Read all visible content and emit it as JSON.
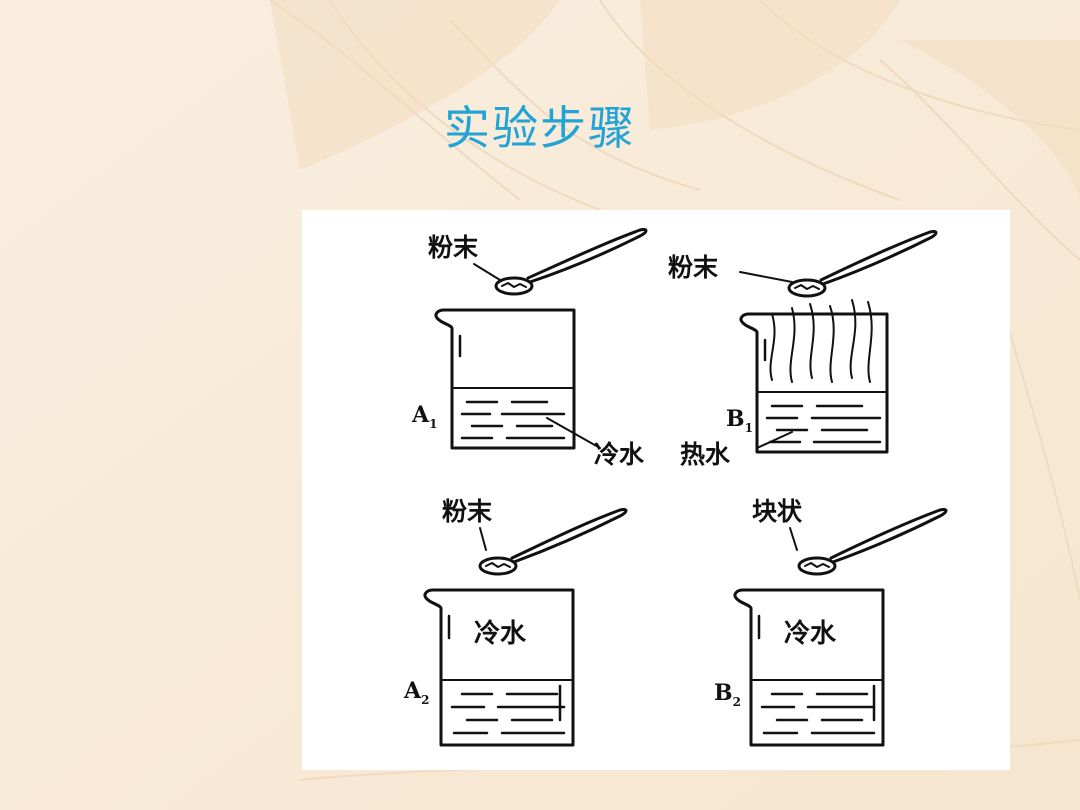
{
  "slide": {
    "title": "实验步骤"
  },
  "figure": {
    "panels": [
      {
        "id": "A1",
        "tag": "A",
        "tag_sub": "1",
        "solid": "粉末",
        "water_label": "冷水",
        "water_label_position": "outside"
      },
      {
        "id": "B1",
        "tag": "B",
        "tag_sub": "1",
        "solid": "粉末",
        "water_label": "热水",
        "water_label_position": "outside"
      },
      {
        "id": "A2",
        "tag": "A",
        "tag_sub": "2",
        "solid": "粉末",
        "water_label": "冷水",
        "water_label_position": "inside"
      },
      {
        "id": "B2",
        "tag": "B",
        "tag_sub": "2",
        "solid": "块状",
        "water_label": "冷水",
        "water_label_position": "inside"
      }
    ]
  },
  "colors": {
    "title": "#22a3d6",
    "background": "#f8ebd8",
    "line_art": "#111111"
  }
}
